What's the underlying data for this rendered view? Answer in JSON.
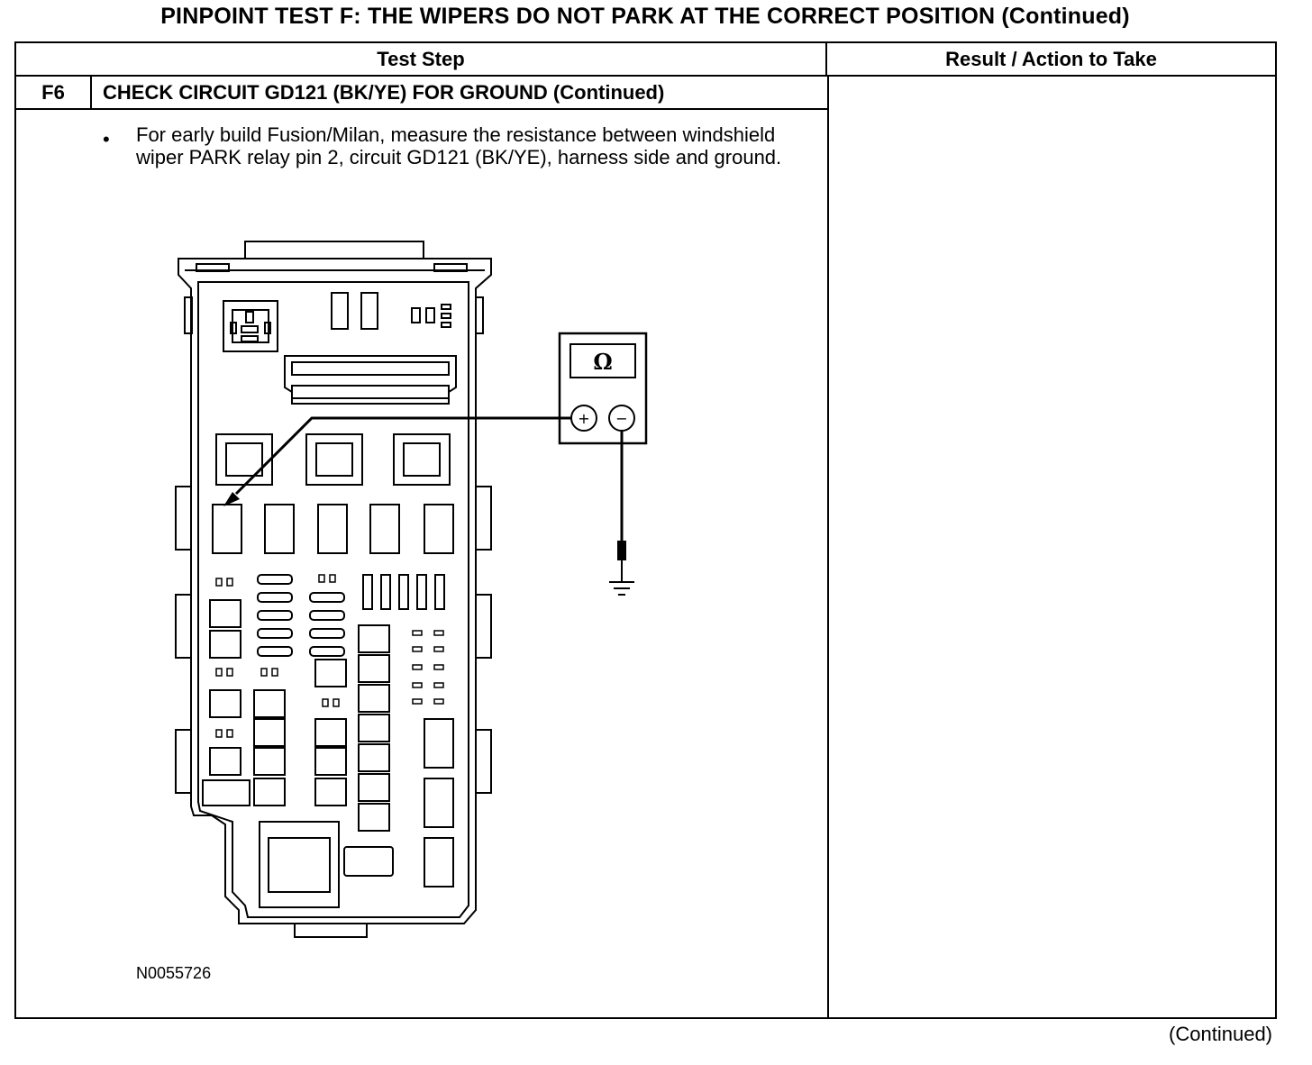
{
  "title": "PINPOINT TEST F: THE WIPERS DO NOT PARK AT THE CORRECT POSITION (Continued)",
  "table": {
    "header_test_step": "Test Step",
    "header_result": "Result / Action to Take",
    "step_id": "F6",
    "step_title": "CHECK CIRCUIT GD121 (BK/YE) FOR GROUND (Continued)",
    "bullet": "•",
    "instruction": "For early build Fusion/Milan, measure the resistance between windshield wiper PARK relay pin 2, circuit GD121 (BK/YE), harness side and ground.",
    "figure_id": "N0055726"
  },
  "meter": {
    "display_symbol": "Ω",
    "positive_label": "+",
    "negative_label": "−"
  },
  "footer": {
    "continued": "(Continued)"
  }
}
